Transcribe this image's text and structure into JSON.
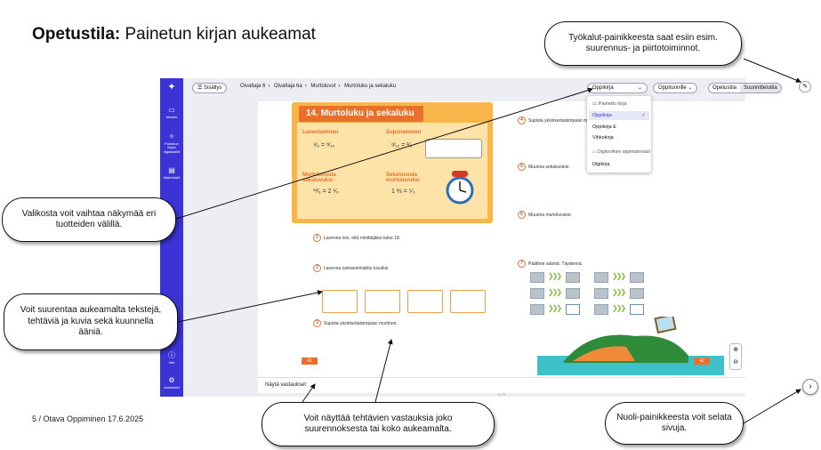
{
  "slide": {
    "title_bold": "Opetustila:",
    "title_rest": " Painetun kirjan aukeamat",
    "footer": "5  /  Otava Oppiminen 17.6.2025"
  },
  "callouts": {
    "tools": "Työkalut-painikkeesta saat esiin esim. suurennus- ja piirtotoiminnot.",
    "menu": "Valikosta voit vaihtaa näkymää eri tuotteiden välillä.",
    "zoom": "Voit suurentaa aukeamalta tekstejä, tehtäviä ja kuvia sekä kuunnella ääniä.",
    "answers": "Voit näyttää tehtävien vastauksia joko suurennoksesta tai koko aukeamalta.",
    "nav": "Nuoli-painikkeesta voit selata sivuja."
  },
  "sidebar": {
    "items": [
      {
        "label": "Muistio",
        "icon": "book-icon"
      },
      {
        "label": "Painetun kirjan digisisällöt",
        "icon": "sparkle-icon"
      },
      {
        "label": "Materiaalit",
        "icon": "box-icon"
      },
      {
        "label": "Info",
        "icon": "info-icon"
      },
      {
        "label": "Asetukset",
        "icon": "gear-icon"
      }
    ]
  },
  "topbar": {
    "contents_label": "☰ Sisällys",
    "breadcrumb": [
      "Oivaltaja 6",
      "Oivaltaja 6a",
      "Murtoluvut",
      "Murtoluku ja sekaluku"
    ],
    "product_select": "Oppikirja",
    "teacher_select": "Oppitunnille",
    "mode_on": "Opetustila",
    "mode_off": "Suunnittelutila"
  },
  "dropdown": {
    "items": [
      "Painettu kirja",
      "Oppikirja",
      "Oppikirja E",
      "Vihkokirja",
      "Digitoolinen oppimateriaali",
      "Digikirja"
    ],
    "selected": "Oppikirja"
  },
  "book": {
    "chapter_title": "14. Murtoluku ja sekaluku",
    "concepts": [
      "Laventaminen",
      "Supistaminen",
      "Murtoluvusta sekaluvuksi",
      "Sekaluvusta murtoluvuksi"
    ],
    "tasks": [
      "Lavenna niin, että nimittäjäksi tulee 18.",
      "Lavenna samannimisiksi luvuiksi.",
      "Supista yksinkertaisimpaan muotoon.",
      "Supista yksinkertaisimpaan muotoon.",
      "Muunna sekaluvuksi.",
      "Muunna murtoluvuksi.",
      "Päättele sääntö. Täydennä."
    ],
    "page_left": "41",
    "page_right": "42"
  },
  "bottom": {
    "show_answers": "Näytä vastaukset",
    "pager": "4 / 9"
  }
}
